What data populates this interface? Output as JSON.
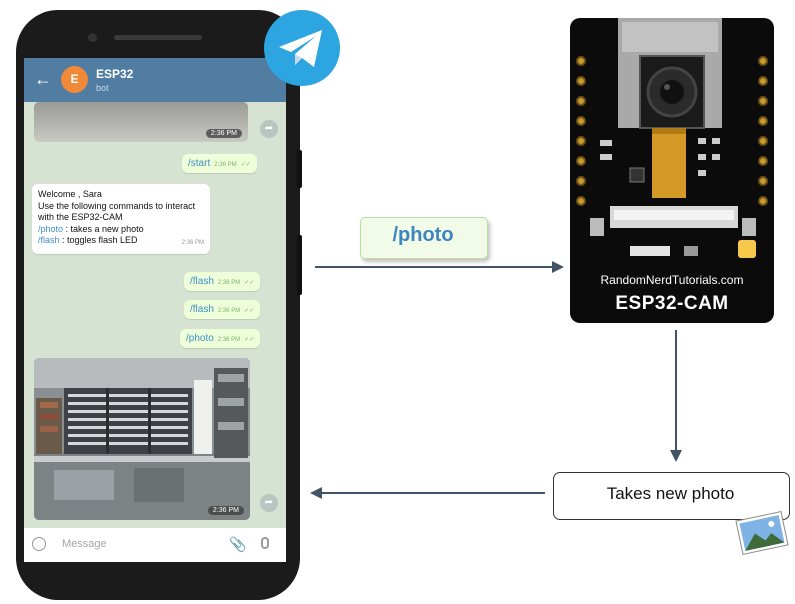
{
  "chat": {
    "title": "ESP32",
    "subtitle": "bot",
    "avatar_letter": "E",
    "top_photo_time": "2:36 PM",
    "start_cmd": "/start",
    "start_time": "2:36 PM",
    "welcome_line1": "Welcome , Sara",
    "welcome_line2": "Use the following commands to interact with the ESP32-CAM",
    "photo_cmd": "/photo",
    "photo_desc": " : takes a new photo",
    "flash_cmd": "/flash",
    "flash_desc": " : toggles flash LED",
    "welcome_time": "2:36 PM",
    "flash1_cmd": "/flash",
    "flash1_time": "2:36 PM",
    "flash2_cmd": "/flash",
    "flash2_time": "2:36 PM",
    "photo2_cmd": "/photo",
    "photo2_time": "2:36 PM",
    "bottom_photo_time": "2:36 PM",
    "message_placeholder": "Message"
  },
  "board": {
    "brand": "RandomNerdTutorials.com",
    "model": "ESP32-CAM"
  },
  "flow": {
    "command_label": "/photo",
    "action_label": "Takes new photo"
  },
  "colors": {
    "telegram_blue": "#2ca5e0",
    "header_blue": "#517da2",
    "chat_bg": "#d7e3d2",
    "outgoing_bubble": "#eefed8",
    "command_link": "#3e8fc7",
    "arrow": "#3f5567"
  },
  "icons": [
    "back-arrow-icon",
    "telegram-logo-icon",
    "share-icon",
    "smile-icon",
    "attach-icon",
    "mic-icon",
    "photo-thumbnail-icon"
  ]
}
